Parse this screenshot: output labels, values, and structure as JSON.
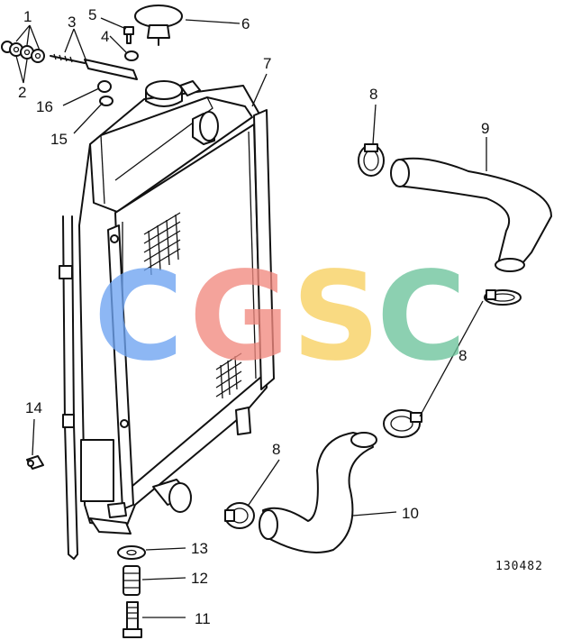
{
  "callouts": {
    "c1": "1",
    "c2": "2",
    "c3": "3",
    "c4": "4",
    "c5": "5",
    "c6": "6",
    "c7": "7",
    "c8a": "8",
    "c8b": "8",
    "c8c": "8",
    "c9": "9",
    "c10": "10",
    "c11": "11",
    "c12": "12",
    "c13": "13",
    "c14": "14",
    "c15": "15",
    "c16": "16"
  },
  "drawing_code": "130482",
  "watermark": {
    "letters": [
      "C",
      "G",
      "S",
      "C"
    ],
    "colors": [
      "#6ea4f2",
      "#f28a80",
      "#f8d060",
      "#6cc49c"
    ]
  }
}
